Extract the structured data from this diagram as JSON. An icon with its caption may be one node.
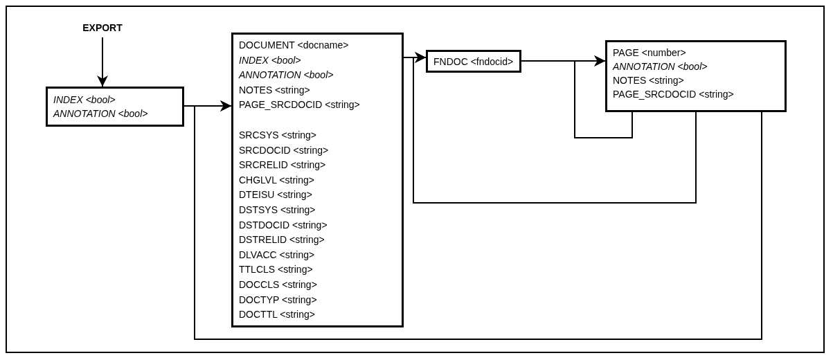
{
  "diagram": {
    "nodes": [
      {
        "text": [
          "EXPORT"
        ]
      },
      {
        "text": [
          "*INDEX <bool>*",
          "*ANNOTATION <bool>*"
        ]
      },
      {
        "text": [
          "DOCUMENT <docname>",
          "*INDEX <bool>*",
          "*ANNOTATION <bool>*",
          "NOTES <string>",
          "PAGE_SRCDOCID <string>",
          "SRCSYS <string>",
          "SRCDOCID <string>",
          "SRCRELID <string>",
          "CHGLVL <string>",
          "DTEISU <string>",
          "DSTSYS <string>",
          "DSTDOCID <string>",
          "DSTRELID <string>",
          "DLVACC <string>",
          "TTLCLS <string>",
          "DOCCLS <string>",
          "DOCTYP <string>",
          "DOCTTL <string>"
        ]
      },
      {
        "text": [
          "FNDOC <fndocid>"
        ]
      },
      {
        "text": [
          "PAGE <number>",
          "*ANNOTATION <bool>*",
          "NOTES <string>",
          "PAGE_SRCDOCID <string>"
        ]
      }
    ],
    "edges": [
      {
        "from": 0,
        "to": 1,
        "arrow": "to"
      },
      {
        "from": 1,
        "to": 2,
        "arrow": "to"
      },
      {
        "from": 2,
        "to": 3,
        "arrow": "to"
      },
      {
        "from": 3,
        "to": 4,
        "arrow": "to"
      },
      {
        "from": 4,
        "to": 4,
        "arrow": "to"
      },
      {
        "from": 4,
        "to": 3,
        "arrow": "to"
      },
      {
        "from": 4,
        "to": 2,
        "arrow": "to"
      }
    ]
  }
}
